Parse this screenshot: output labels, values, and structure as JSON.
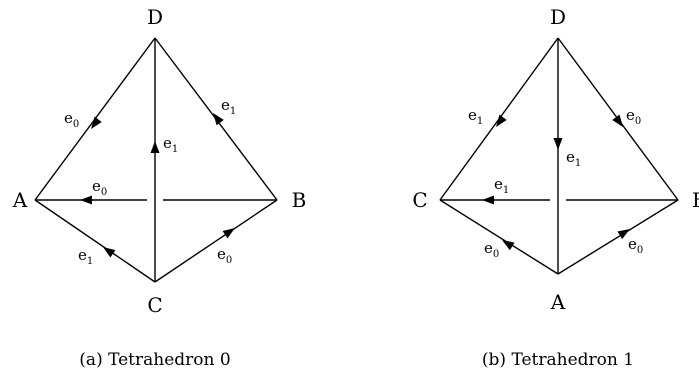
{
  "tetrahedra": [
    {
      "caption": "(a) Tetrahedron 0",
      "vertices": {
        "top": "D",
        "left": "A",
        "right": "B",
        "bottom": "C"
      },
      "edges": {
        "top_left": {
          "base": "e",
          "sub": "0"
        },
        "top_right": {
          "base": "e",
          "sub": "1"
        },
        "vertical": {
          "base": "e",
          "sub": "1"
        },
        "horizontal": {
          "base": "e",
          "sub": "0"
        },
        "bottom_left": {
          "base": "e",
          "sub": "1"
        },
        "bottom_right": {
          "base": "e",
          "sub": "0"
        }
      }
    },
    {
      "caption": "(b) Tetrahedron 1",
      "vertices": {
        "top": "D",
        "left": "C",
        "right": "B",
        "bottom": "A"
      },
      "edges": {
        "top_left": {
          "base": "e",
          "sub": "1"
        },
        "top_right": {
          "base": "e",
          "sub": "0"
        },
        "vertical": {
          "base": "e",
          "sub": "1"
        },
        "horizontal": {
          "base": "e",
          "sub": "1"
        },
        "bottom_left": {
          "base": "e",
          "sub": "0"
        },
        "bottom_right": {
          "base": "e",
          "sub": "0"
        }
      }
    }
  ]
}
